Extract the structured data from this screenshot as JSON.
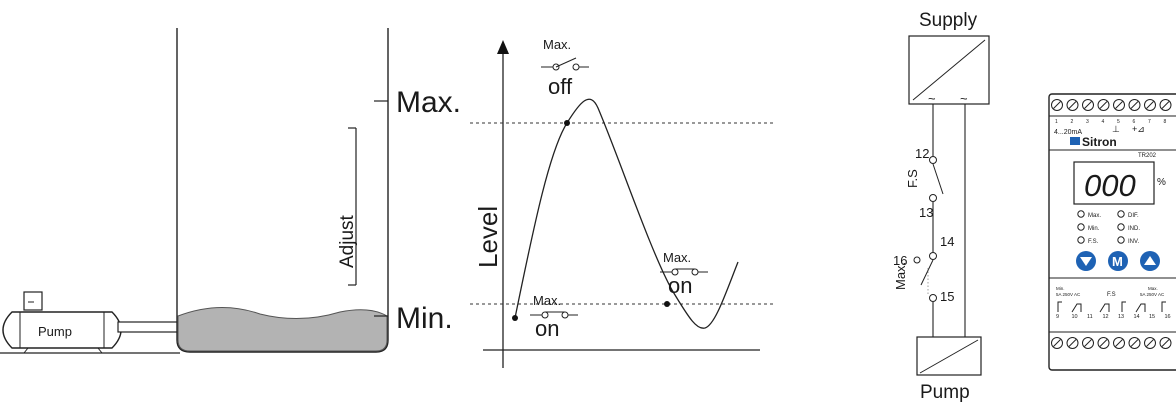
{
  "tank": {
    "pump_label": "Pump",
    "adjust_label": "Adjust",
    "max_label": "Max.",
    "min_label": "Min."
  },
  "graph": {
    "y_axis_label": "Level",
    "max_off": {
      "label": "Max.",
      "state": "off"
    },
    "max_on_low": {
      "label": "Max.",
      "state": "on"
    },
    "max_on_right": {
      "label": "Max.",
      "state": "on"
    }
  },
  "wiring": {
    "supply_label": "Supply",
    "pump_label": "Pump",
    "fs_label": "F.S",
    "max_label": "Max.",
    "terminal_12": "12",
    "terminal_13": "13",
    "terminal_14": "14",
    "terminal_15": "15",
    "terminal_16": "16",
    "tilde": "~"
  },
  "device": {
    "brand": "Sitron",
    "model": "TR202",
    "display": "000",
    "unit": "%",
    "input_labels": [
      "1",
      "2",
      "3",
      "4",
      "5",
      "6",
      "7",
      "8"
    ],
    "input_text": "4...20mA",
    "options": [
      "Max.",
      "Min.",
      "F.S.",
      "DIF.",
      "IND.",
      "INV."
    ],
    "button_m": "M",
    "relay_left": "5A 250V AC",
    "relay_fs": "F.S",
    "relay_right": "5A 250V AC",
    "relay_max": "Max.",
    "relay_min": "Min.",
    "bottom_terminals": [
      "9",
      "10",
      "11",
      "12",
      "13",
      "14",
      "15",
      "16"
    ],
    "colors": {
      "display": "#e8202a",
      "buttons": "#1e62b4",
      "brand": "#1e62b4"
    }
  }
}
